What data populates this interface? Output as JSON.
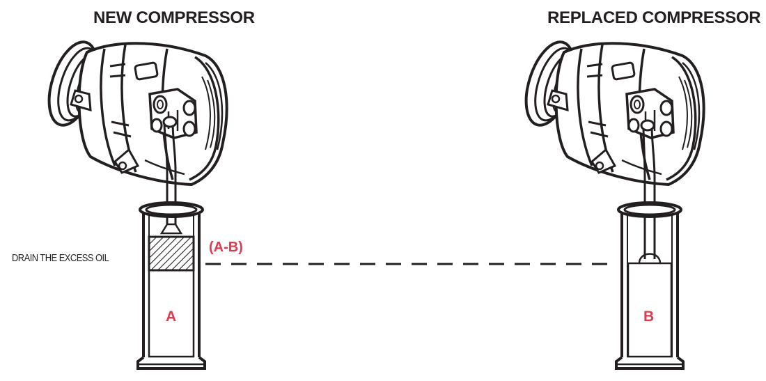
{
  "titles": {
    "new_compressor": "NEW COMPRESSOR",
    "replaced_compressor": "REPLACED COMPRESSOR"
  },
  "labels": {
    "drain": "DRAIN THE EXCESS OIL",
    "difference": "(A-B)",
    "oil_a": "A",
    "oil_b": "B"
  },
  "colors": {
    "ink": "#231f20",
    "accent": "#e03a4e"
  }
}
